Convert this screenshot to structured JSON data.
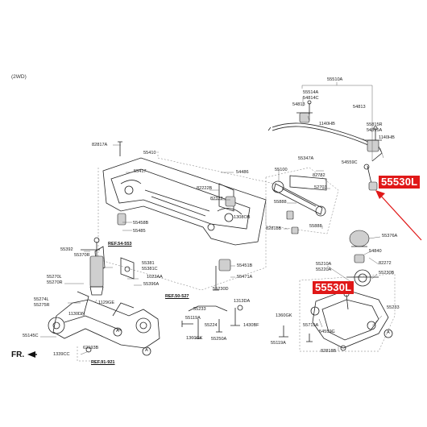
{
  "variant": "(2WD)",
  "highlight_color": "#e01818",
  "callouts": [
    "55530L",
    "55530L"
  ],
  "direction_label": "FR.",
  "refs": [
    "REF.54-553",
    "REF.50-527",
    "REF.91-921"
  ],
  "circle_markers": [
    "A",
    "A",
    "A"
  ],
  "labels": [
    "55510A",
    "55514A",
    "54813",
    "54814C",
    "1140HB",
    "54813",
    "55815R",
    "54815A",
    "1140HB",
    "82817A",
    "55410",
    "55417",
    "54486",
    "55100",
    "55347A",
    "82782",
    "54559C",
    "82222B",
    "82322",
    "1308OB",
    "55888",
    "52703",
    "55888",
    "55458B",
    "55485",
    "82818B",
    "55392",
    "55370R",
    "55381",
    "55381C",
    "1022AA",
    "55396A",
    "55270L",
    "55270R",
    "55451B",
    "55471A",
    "55376A",
    "54840",
    "55274L",
    "55275R",
    "55230D",
    "1129GE",
    "1130DN",
    "55233",
    "55119A",
    "55224",
    "1313DA",
    "1430BF",
    "55250A",
    "1360GK",
    "55145C",
    "1339CC",
    "62193B",
    "55210A",
    "55220A",
    "82272",
    "55230B",
    "55715A",
    "1360GK",
    "55233",
    "55119A",
    "54559C",
    "82818B"
  ]
}
